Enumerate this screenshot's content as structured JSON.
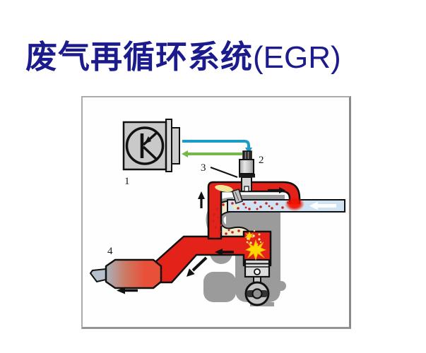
{
  "slide": {
    "title_zh": "废气再循环系统",
    "title_en": "(EGR)",
    "title_color": "#1b1b8e"
  },
  "diagram": {
    "component_labels": {
      "control_unit": "1",
      "egr_valve": "2",
      "valve_seat_leader": "3",
      "catalytic_converter": "4"
    },
    "colors": {
      "signal_wire_blue": "#1e9cc8",
      "feedback_wire_green": "#76b84a",
      "exhaust_pipe_red": "#e32219",
      "intake_air_blue": "#cfe3f2",
      "engine_gray": "#9b9b9b",
      "spark_yellow": "#ffd800",
      "frame_border_gray": "#ababab"
    }
  }
}
